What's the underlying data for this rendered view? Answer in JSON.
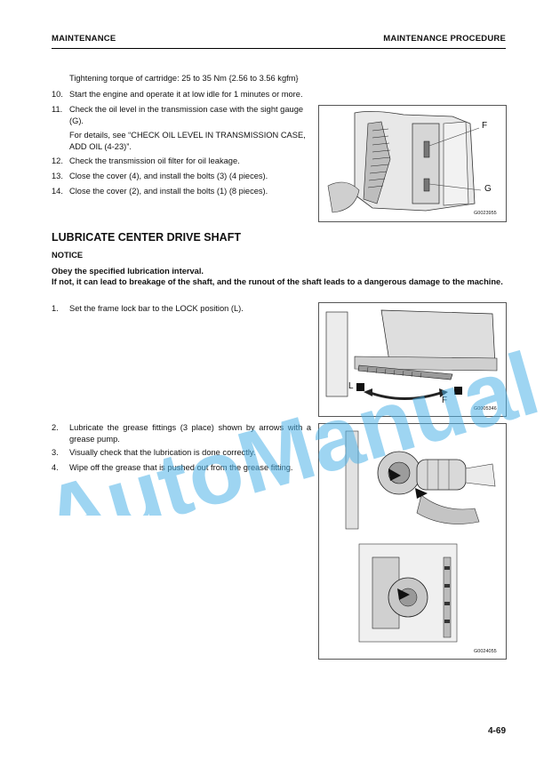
{
  "header": {
    "left": "MAINTENANCE",
    "right": "MAINTENANCE PROCEDURE"
  },
  "top_block": {
    "torque_line": "Tightening torque of cartridge: 25 to 35 Nm {2.56 to 3.56 kgfm}",
    "steps": [
      {
        "num": "10.",
        "text": "Start the engine and operate it at low idle for 1 minutes or more."
      },
      {
        "num": "11.",
        "text": "Check the oil level in the transmission case with the sight gauge (G)."
      },
      {
        "num": "12.",
        "text": "Check the transmission oil filter for oil leakage."
      },
      {
        "num": "13.",
        "text": "Close the cover (4), and install the bolts (3) (4 pieces)."
      },
      {
        "num": "14.",
        "text": "Close the cover (2), and install the bolts (1) (8 pieces)."
      }
    ],
    "details_note": "For details, see “CHECK OIL LEVEL IN TRANSMISSION CASE, ADD OIL (4-23)”."
  },
  "figure1": {
    "label_f": "F",
    "label_g": "G",
    "code": "G0023955"
  },
  "section": {
    "title": "LUBRICATE CENTER DRIVE SHAFT",
    "notice": "NOTICE",
    "warn_line1": "Obey the specified lubrication interval.",
    "warn_line2": "If not, it can lead to breakage of the shaft, and the runout of the shaft leads to a dangerous damage to the machine."
  },
  "section_steps_a": [
    {
      "num": "1.",
      "text": "Set the frame lock bar to the LOCK position (L)."
    }
  ],
  "figure2": {
    "label_l": "L",
    "label_f": "F",
    "code": "G0005346"
  },
  "section_steps_b": [
    {
      "num": "2.",
      "text": "Lubricate the grease fittings (3 place) shown by arrows with a grease pump."
    },
    {
      "num": "3.",
      "text": "Visually check that the lubrication is done correctly."
    },
    {
      "num": "4.",
      "text": "Wipe off the grease that is pushed out from the grease fitting."
    }
  ],
  "figure3": {
    "code": "G0024055"
  },
  "watermark": "AutoManual",
  "page_number": "4-69",
  "colors": {
    "watermark": "#4fb3e8",
    "rule": "#000000"
  }
}
